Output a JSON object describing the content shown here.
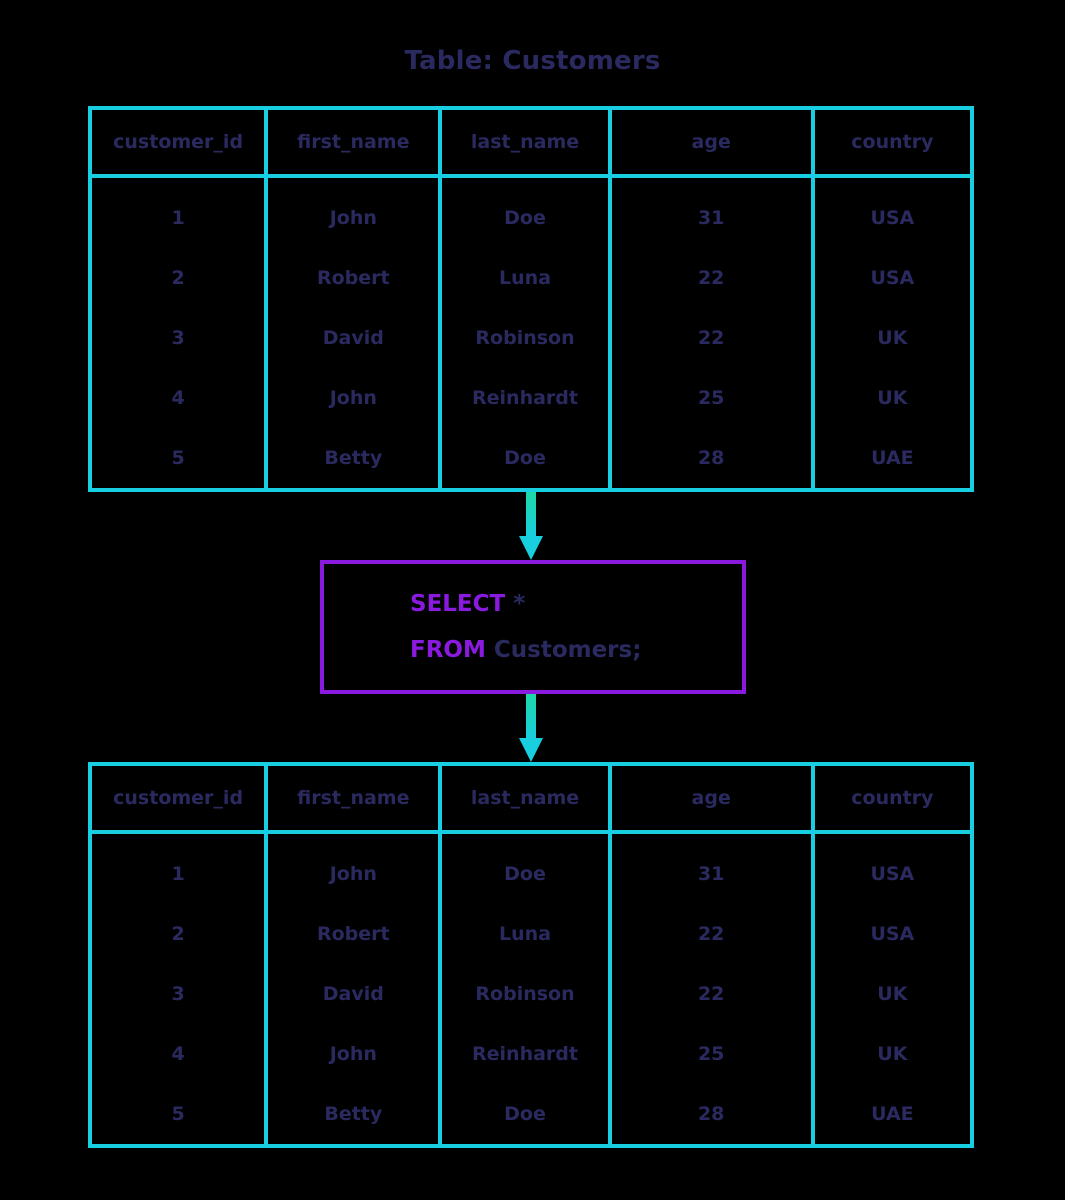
{
  "title": "Table: Customers",
  "colors": {
    "background": "#000000",
    "table_border": "#17cfe0",
    "text": "#2a2a60",
    "sql_box_border": "#8a1ae0",
    "sql_keyword": "#8a1ae0",
    "arrow_top": "#1fd6a8",
    "arrow_bottom": "#18cfe0"
  },
  "columns": [
    "customer_id",
    "first_name",
    "last_name",
    "age",
    "country"
  ],
  "source_table": {
    "rows": [
      {
        "customer_id": "1",
        "first_name": "John",
        "last_name": "Doe",
        "age": "31",
        "country": "USA"
      },
      {
        "customer_id": "2",
        "first_name": "Robert",
        "last_name": "Luna",
        "age": "22",
        "country": "USA"
      },
      {
        "customer_id": "3",
        "first_name": "David",
        "last_name": "Robinson",
        "age": "22",
        "country": "UK"
      },
      {
        "customer_id": "4",
        "first_name": "John",
        "last_name": "Reinhardt",
        "age": "25",
        "country": "UK"
      },
      {
        "customer_id": "5",
        "first_name": "Betty",
        "last_name": "Doe",
        "age": "28",
        "country": "UAE"
      }
    ]
  },
  "result_table": {
    "rows": [
      {
        "customer_id": "1",
        "first_name": "John",
        "last_name": "Doe",
        "age": "31",
        "country": "USA"
      },
      {
        "customer_id": "2",
        "first_name": "Robert",
        "last_name": "Luna",
        "age": "22",
        "country": "USA"
      },
      {
        "customer_id": "3",
        "first_name": "David",
        "last_name": "Robinson",
        "age": "22",
        "country": "UK"
      },
      {
        "customer_id": "4",
        "first_name": "John",
        "last_name": "Reinhardt",
        "age": "25",
        "country": "UK"
      },
      {
        "customer_id": "5",
        "first_name": "Betty",
        "last_name": "Doe",
        "age": "28",
        "country": "UAE"
      }
    ]
  },
  "query": {
    "line1_keyword": "SELECT",
    "line1_rest": " *",
    "line2_keyword": "FROM",
    "line2_rest": " Customers;"
  },
  "arrows": [
    {
      "name": "arrow-to-query",
      "direction": "down"
    },
    {
      "name": "arrow-to-result",
      "direction": "down"
    }
  ]
}
